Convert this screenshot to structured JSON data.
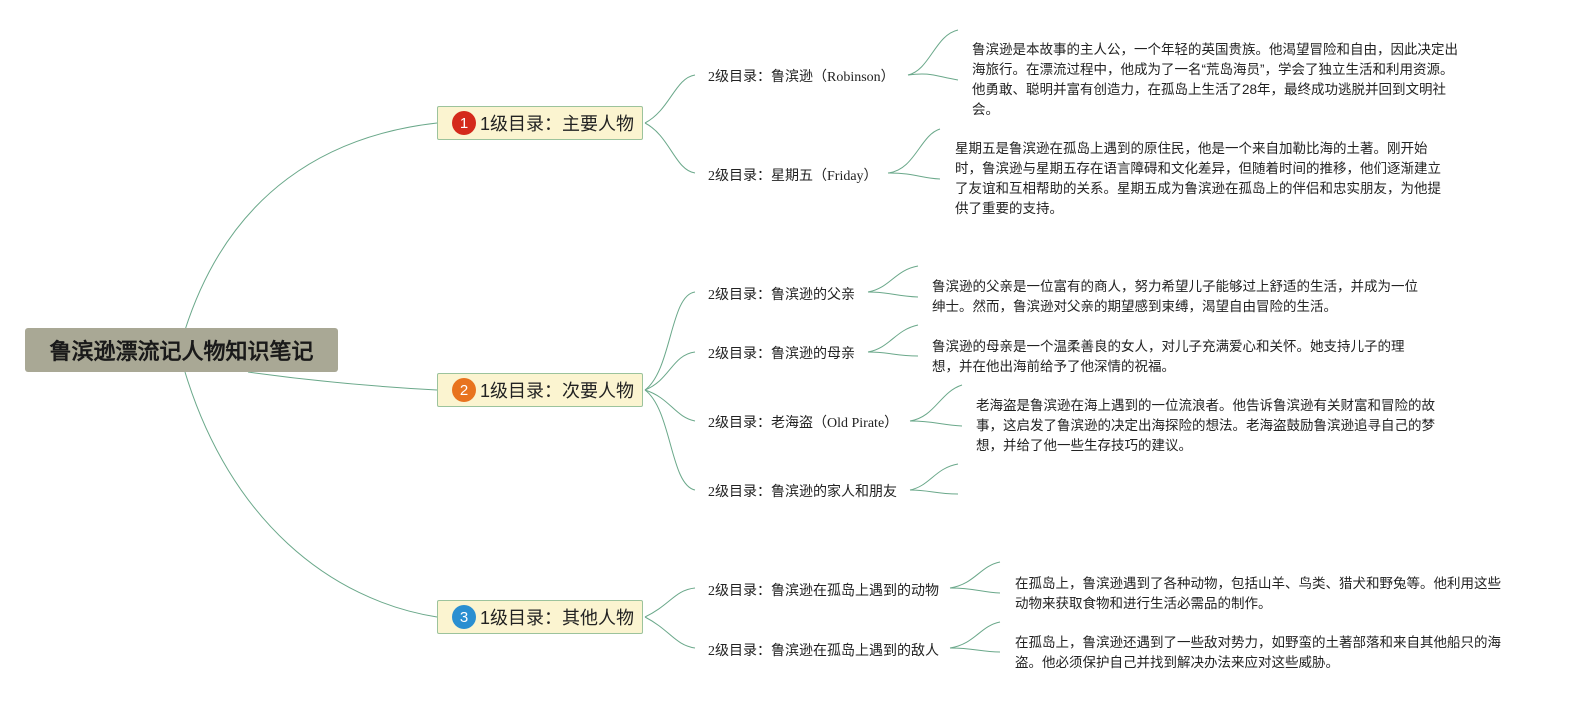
{
  "root": {
    "title": "鲁滨逊漂流记人物知识笔记"
  },
  "branches": [
    {
      "number": "1",
      "color": "#d42a1b",
      "label": "1级目录：主要人物",
      "children": [
        {
          "label": "2级目录：鲁滨逊（Robinson）",
          "note": "鲁滨逊是本故事的主人公，一个年轻的英国贵族。他渴望冒险和自由，因此决定出海旅行。在漂流过程中，他成为了一名“荒岛海员”，学会了独立生活和利用资源。他勇敢、聪明并富有创造力，在孤岛上生活了28年，最终成功逃脱并回到文明社会。"
        },
        {
          "label": "2级目录：星期五（Friday）",
          "note": "星期五是鲁滨逊在孤岛上遇到的原住民，他是一个来自加勒比海的土著。刚开始时，鲁滨逊与星期五存在语言障碍和文化差异，但随着时间的推移，他们逐渐建立了友谊和互相帮助的关系。星期五成为鲁滨逊在孤岛上的伴侣和忠实朋友，为他提供了重要的支持。"
        }
      ]
    },
    {
      "number": "2",
      "color": "#e8731e",
      "label": "1级目录：次要人物",
      "children": [
        {
          "label": "2级目录：鲁滨逊的父亲",
          "note": "鲁滨逊的父亲是一位富有的商人，努力希望儿子能够过上舒适的生活，并成为一位绅士。然而，鲁滨逊对父亲的期望感到束缚，渴望自由冒险的生活。"
        },
        {
          "label": "2级目录：鲁滨逊的母亲",
          "note": "鲁滨逊的母亲是一个温柔善良的女人，对儿子充满爱心和关怀。她支持儿子的理想，并在他出海前给予了他深情的祝福。"
        },
        {
          "label": "2级目录：老海盗（Old Pirate）",
          "note": "老海盗是鲁滨逊在海上遇到的一位流浪者。他告诉鲁滨逊有关财富和冒险的故事，这启发了鲁滨逊的决定出海探险的想法。老海盗鼓励鲁滨逊追寻自己的梦想，并给了他一些生存技巧的建议。"
        },
        {
          "label": "2级目录：鲁滨逊的家人和朋友",
          "note": ""
        }
      ]
    },
    {
      "number": "3",
      "color": "#2a8fd1",
      "label": "1级目录：其他人物",
      "children": [
        {
          "label": "2级目录：鲁滨逊在孤岛上遇到的动物",
          "note": "在孤岛上，鲁滨逊遇到了各种动物，包括山羊、鸟类、猎犬和野兔等。他利用这些动物来获取食物和进行生活必需品的制作。"
        },
        {
          "label": "2级目录：鲁滨逊在孤岛上遇到的敌人",
          "note": "在孤岛上，鲁滨逊还遇到了一些敌对势力，如野蛮的土著部落和来自其他船只的海盗。他必须保护自己并找到解决办法来应对这些威胁。"
        }
      ]
    }
  ]
}
